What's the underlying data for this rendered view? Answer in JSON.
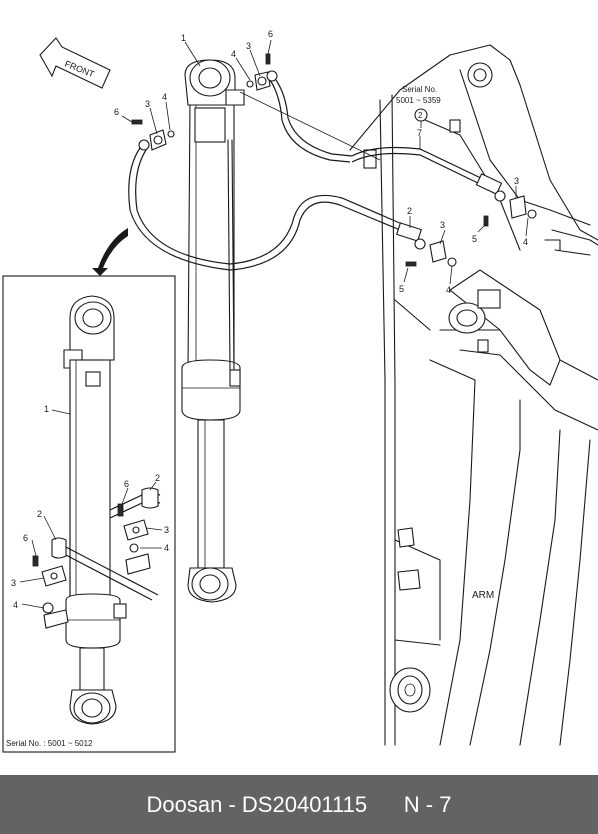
{
  "diagram": {
    "front_label": "FRONT",
    "serial_main": [
      "Serial No.",
      "5001 ~ 5359"
    ],
    "serial_inset": "Serial No. : 5001 ~ 5012",
    "arm_label": "ARM",
    "callout_circled": "2",
    "callouts_main": [
      {
        "id": "c1",
        "text": "1"
      },
      {
        "id": "c4a",
        "text": "4"
      },
      {
        "id": "c3a",
        "text": "3"
      },
      {
        "id": "c6a",
        "text": "6"
      },
      {
        "id": "c6b",
        "text": "6"
      },
      {
        "id": "c3b",
        "text": "3"
      },
      {
        "id": "c4b",
        "text": "4"
      },
      {
        "id": "c7",
        "text": "7"
      },
      {
        "id": "c3c",
        "text": "3"
      },
      {
        "id": "c5a",
        "text": "5"
      },
      {
        "id": "c4c",
        "text": "4"
      },
      {
        "id": "c2a",
        "text": "2"
      },
      {
        "id": "c3d",
        "text": "3"
      },
      {
        "id": "c5b",
        "text": "5"
      },
      {
        "id": "c4d",
        "text": "4"
      }
    ],
    "callouts_inset": [
      {
        "id": "i1",
        "text": "1"
      },
      {
        "id": "i2a",
        "text": "2"
      },
      {
        "id": "i6a",
        "text": "6"
      },
      {
        "id": "i3a",
        "text": "3"
      },
      {
        "id": "i4a",
        "text": "4"
      },
      {
        "id": "i6b",
        "text": "6"
      },
      {
        "id": "i2b",
        "text": "2"
      },
      {
        "id": "i3b",
        "text": "3"
      },
      {
        "id": "i4b",
        "text": "4"
      }
    ]
  },
  "footer": {
    "brand": "Doosan",
    "separator": " - ",
    "part_number": "DS20401115",
    "page": "N - 7"
  }
}
